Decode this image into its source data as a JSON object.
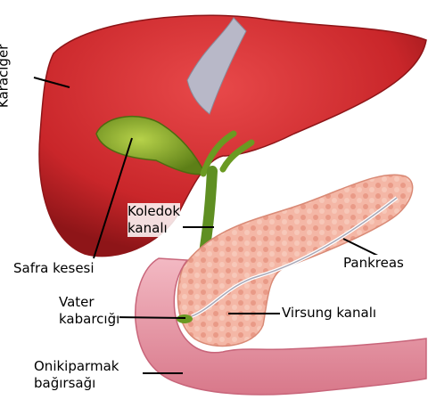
{
  "labels": {
    "liver": "Karaciğer",
    "gallbladder": "Safra kesesi",
    "bile_duct": "Koledok\nkanalı",
    "pancreas": "Pankreas",
    "vater": "Vater\nkabarcığı",
    "wirsung": "Virsung kanalı",
    "duodenum": "Onikiparmak\nbağırsağı"
  },
  "colors": {
    "liver": "#c9262a",
    "liver_dark": "#8e1518",
    "gallbladder": "#7aa12a",
    "duct": "#5f8f22",
    "pancreas": "#f3b2a1",
    "duodenum": "#ec9aa8",
    "ligament": "#b8b8c8"
  }
}
